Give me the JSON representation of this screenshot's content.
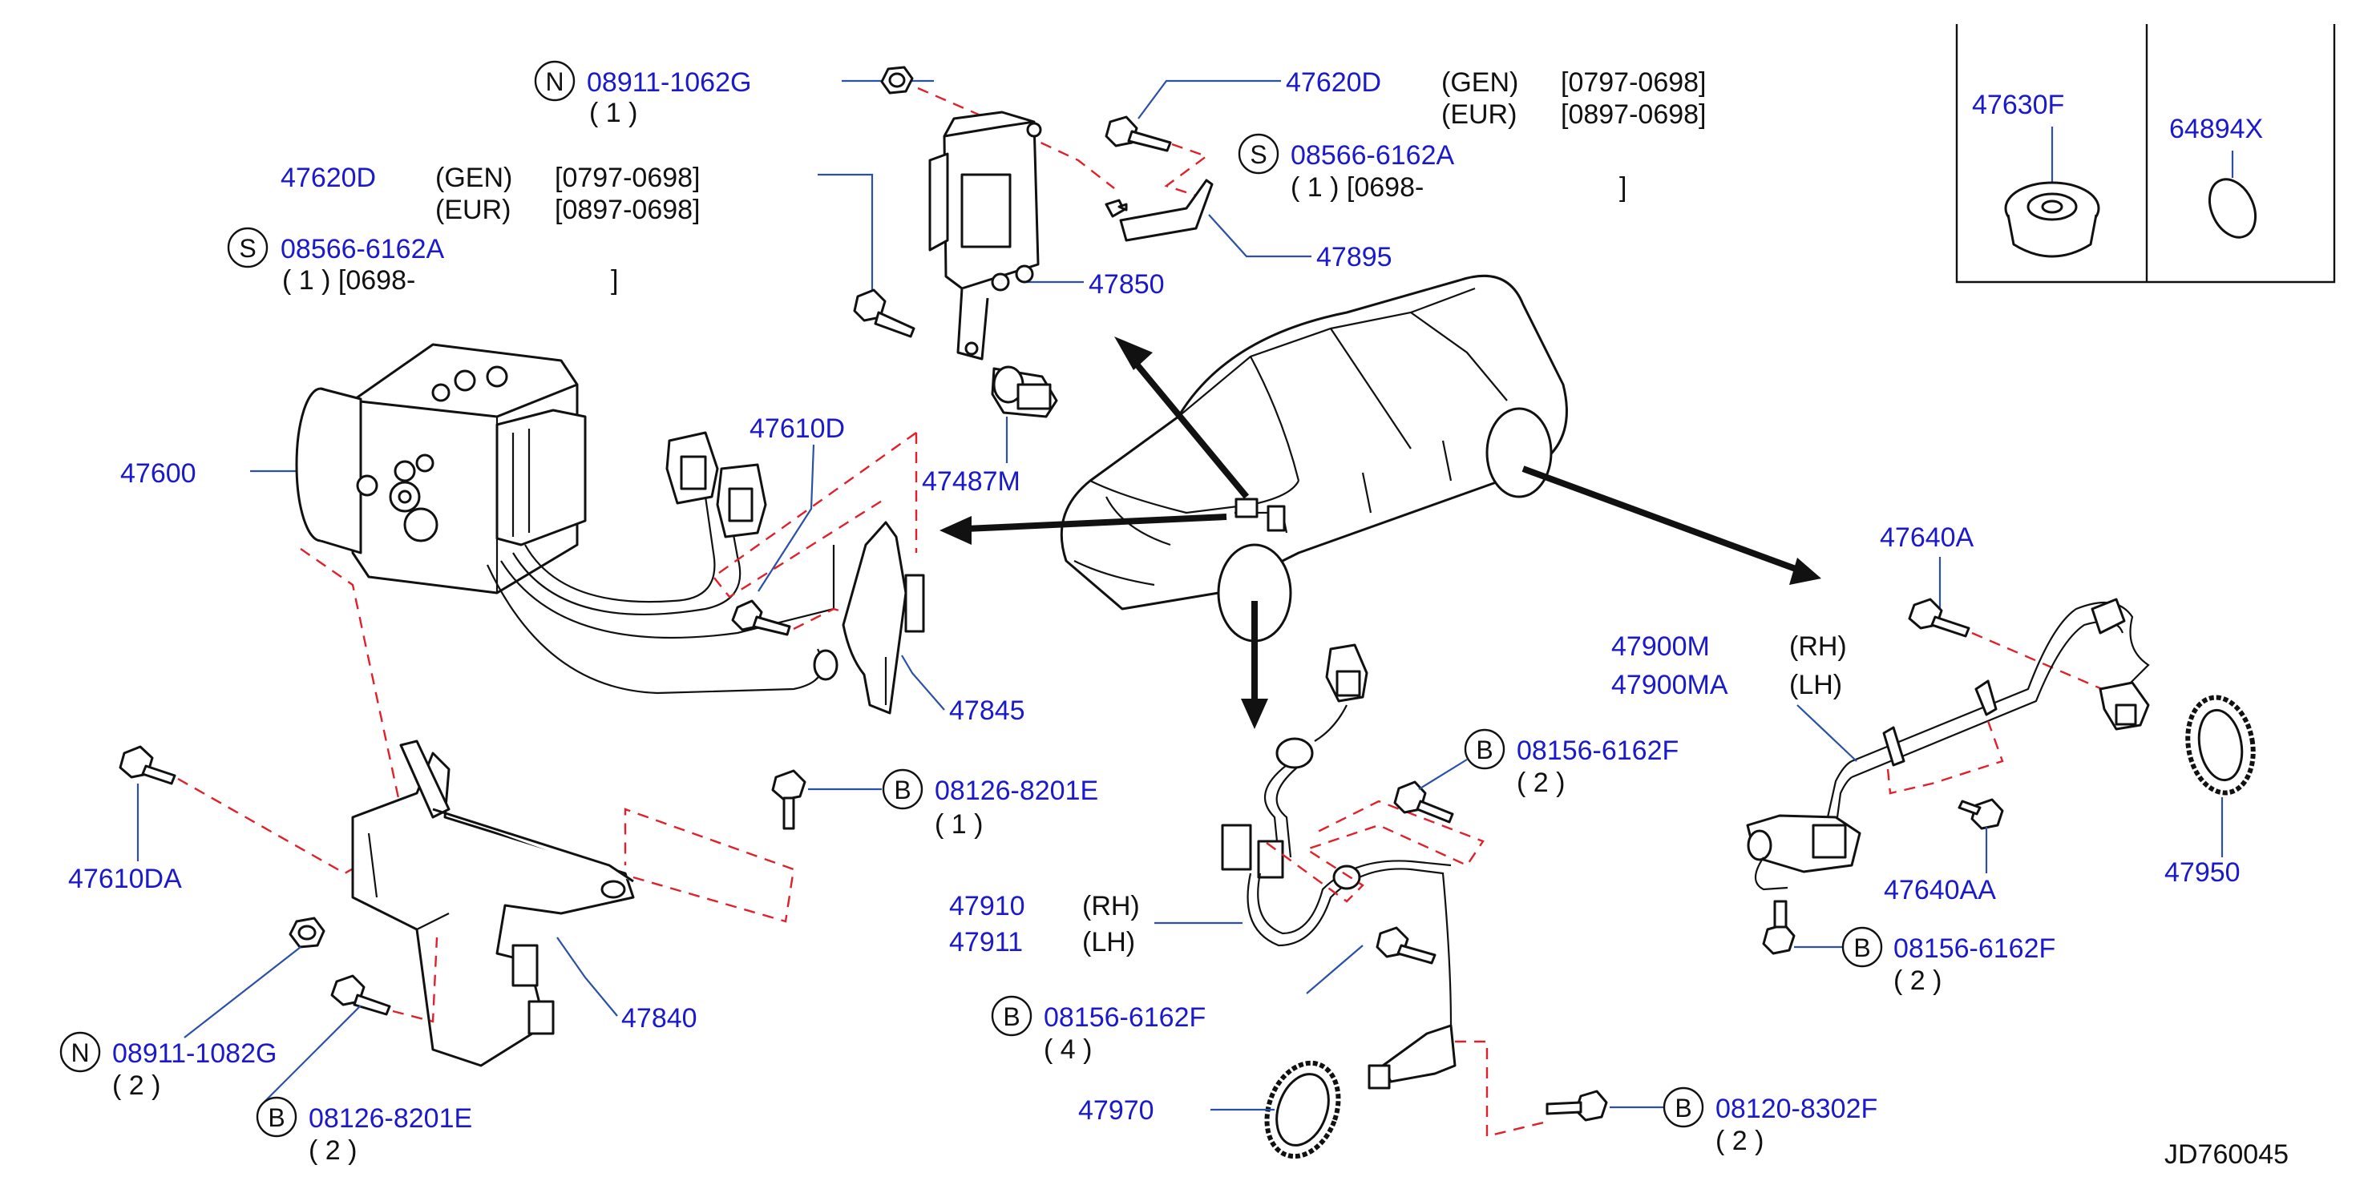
{
  "diagram_code": "JD760045",
  "labels": {
    "n_08911_1062g_code": "N",
    "n_08911_1062g": "08911-1062G",
    "n_08911_1062g_qty": "( 1 )",
    "p47620d_right": "47620D",
    "p47620d_right_gen": "(GEN)",
    "p47620d_right_gen_range": "[0797-0698]",
    "p47620d_right_eur": "(EUR)",
    "p47620d_right_eur_range": "[0897-0698]",
    "s_08566_right_code": "S",
    "s_08566_right": "08566-6162A",
    "s_08566_right_qty": "( 1 ) [0698-",
    "s_08566_right_close": "]",
    "p47620d_left": "47620D",
    "p47620d_left_gen": "(GEN)",
    "p47620d_left_gen_range": "[0797-0698]",
    "p47620d_left_eur": "(EUR)",
    "p47620d_left_eur_range": "[0897-0698]",
    "s_08566_left_code": "S",
    "s_08566_left": "08566-6162A",
    "s_08566_left_qty": "( 1 ) [0698-",
    "s_08566_left_close": "]",
    "p47895": "47895",
    "p47850": "47850",
    "p47487m": "47487M",
    "p47600": "47600",
    "p47610d": "47610D",
    "p47845": "47845",
    "p47610da": "47610DA",
    "n_08911_1082g_code": "N",
    "n_08911_1082g": "08911-1082G",
    "n_08911_1082g_qty": "( 2 )",
    "p47840": "47840",
    "b_08126_top_code": "B",
    "b_08126_top": "08126-8201E",
    "b_08126_top_qty": "( 1 )",
    "b_08126_bottom_code": "B",
    "b_08126_bottom": "08126-8201E",
    "b_08126_bottom_qty": "( 2 )",
    "p47630f": "47630F",
    "p64894x": "64894X",
    "p47640a": "47640A",
    "p47900m": "47900M",
    "p47900m_side": "(RH)",
    "p47900ma": "47900MA",
    "p47900ma_side": "(LH)",
    "p47640aa": "47640AA",
    "p47950": "47950",
    "b_08156_right_code": "B",
    "b_08156_right": "08156-6162F",
    "b_08156_right_qty": "( 2 )",
    "b_08156_mid_code": "B",
    "b_08156_mid": "08156-6162F",
    "b_08156_mid_qty": "( 2 )",
    "p47910": "47910",
    "p47910_side": "(RH)",
    "p47911": "47911",
    "p47911_side": "(LH)",
    "b_08156_low_code": "B",
    "b_08156_low": "08156-6162F",
    "b_08156_low_qty": "( 4 )",
    "p47970": "47970",
    "b_08120_code": "B",
    "b_08120": "08120-8302F",
    "b_08120_qty": "( 2 )"
  },
  "colors": {
    "part_number": "#1a1acc",
    "leader_line": "#2a50a8",
    "dashed_line": "#e0202a",
    "drawing": "#111111"
  }
}
